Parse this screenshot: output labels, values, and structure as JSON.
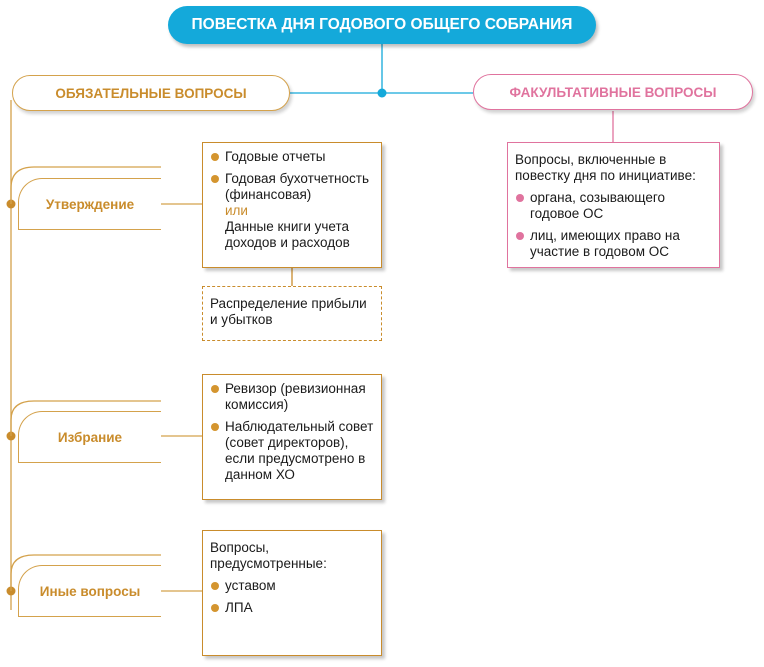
{
  "title": "ПОВЕСТКА ДНЯ ГОДОВОГО ОБЩЕГО СОБРАНИЯ",
  "mandatory": {
    "label": "ОБЯЗАТЕЛЬНЫЕ ВОПРОСЫ",
    "categories": [
      {
        "label": "Утверждение",
        "items": [
          "Годовые отчеты",
          "Годовая бухотчетность (финансовая)"
        ],
        "or_text": "или",
        "alt_text": "Данные книги учета доходов и расходов",
        "dashed": "Распределение прибыли и убытков"
      },
      {
        "label": "Избрание",
        "items": [
          "Ревизор (ревизионная комиссия)",
          "Наблюдательный совет (совет директоров), если предусмотрено в данном ХО"
        ]
      },
      {
        "label": "Иные вопросы",
        "intro": "Вопросы, предусмотренные:",
        "items": [
          "уставом",
          "ЛПА"
        ]
      }
    ]
  },
  "optional": {
    "label": "ФАКУЛЬТАТИВНЫЕ ВОПРОСЫ",
    "intro": "Вопросы, включенные в повестку дня по инициативе:",
    "items": [
      "органа, созывающего годовое ОС",
      "лиц, имеющих право на участие в годовом ОС"
    ]
  },
  "colors": {
    "title_bg": "#14a9da",
    "gold": "#d4a24c",
    "pink": "#e0739e"
  }
}
